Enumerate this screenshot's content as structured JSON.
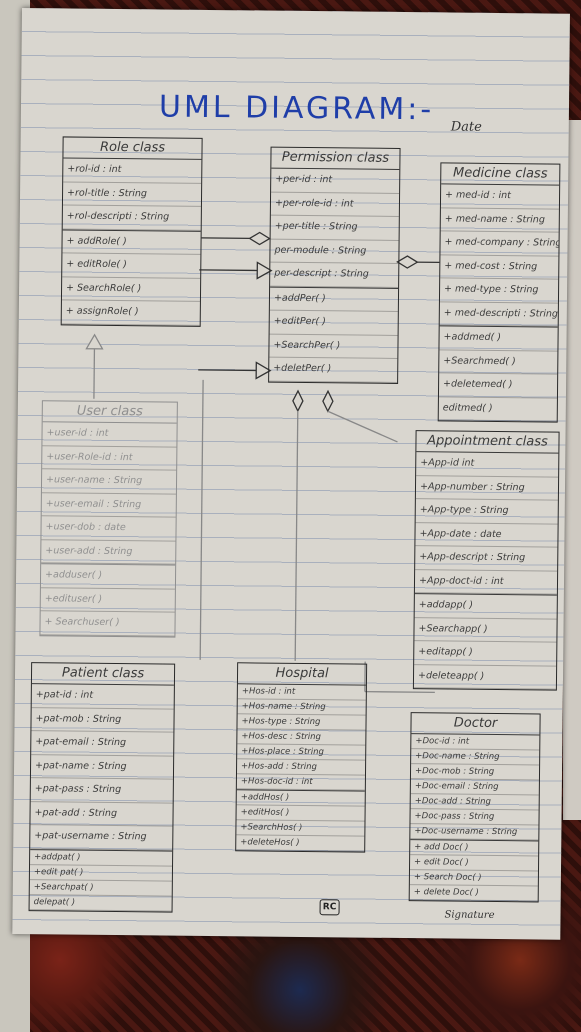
{
  "title": "UML DIAGRAM:-",
  "date_label": "Date",
  "signature_label": "Signature",
  "logo": "RC",
  "classes": {
    "role": {
      "name": "Role class",
      "attributes": [
        "+rol-id : int",
        "+rol-title : String",
        "+rol-descripti : String"
      ],
      "methods": [
        "+ addRole( )",
        "+ editRole( )",
        "+ SearchRole( )",
        "+ assignRole( )"
      ]
    },
    "permission": {
      "name": "Permission class",
      "attributes": [
        "+per-id : int",
        "+per-role-id : int",
        "+per-title : String",
        "per-module : String",
        "per-descript : String"
      ],
      "methods": [
        "+addPer( )",
        "+editPer( )",
        "+SearchPer( )",
        "+deletPer( )"
      ]
    },
    "medicine": {
      "name": "Medicine class",
      "attributes": [
        "+ med-id : int",
        "+ med-name : String",
        "+ med-company : String",
        "+ med-cost : String",
        "+ med-type : String",
        "+ med-descripti : String"
      ],
      "methods": [
        "+addmed( )",
        "+Searchmed( )",
        "+deletemed( )",
        "editmed( )"
      ]
    },
    "user": {
      "name": "User class",
      "attributes": [
        "+user-id : int",
        "+user-Role-id : int",
        "+user-name : String",
        "+user-email : String",
        "+user-dob : date",
        "+user-add : String"
      ],
      "methods": [
        "+adduser( )",
        "+edituser( )",
        "+ Searchuser( )"
      ]
    },
    "appointment": {
      "name": "Appointment class",
      "attributes": [
        "+App-id int",
        "+App-number : String",
        "+App-type : String",
        "+App-date : date",
        "+App-descript : String",
        "+App-doct-id : int"
      ],
      "methods": [
        "+addapp( )",
        "+Searchapp( )",
        "+editapp( )",
        "+deleteapp( )"
      ]
    },
    "patient": {
      "name": "Patient class",
      "attributes": [
        "+pat-id : int",
        "+pat-mob : String",
        "+pat-email : String",
        "+pat-name : String",
        "+pat-pass : String",
        "+pat-add : String",
        "+pat-username : String"
      ],
      "methods": [
        "+addpat( )",
        "+edit pat( )",
        "+Searchpat( )",
        "delepat( )"
      ]
    },
    "hospital": {
      "name": "Hospital",
      "attributes": [
        "+Hos-id : int",
        "+Hos-name : String",
        "+Hos-type : String",
        "+Hos-desc : String",
        "+Hos-place : String",
        "+Hos-add : String",
        "+Hos-doc-id : int"
      ],
      "methods": [
        "+addHos( )",
        "+editHos( )",
        "+SearchHos( )",
        "+deleteHos( )"
      ]
    },
    "doctor": {
      "name": "Doctor",
      "attributes": [
        "+Doc-id : int",
        "+Doc-name : String",
        "+Doc-mob : String",
        "+Doc-email : String",
        "+Doc-add : String",
        "+Doc-pass : String",
        "+Doc-username : String"
      ],
      "methods": [
        "+ add Doc( )",
        "+ edit Doc( )",
        "+ Search Doc( )",
        "+ delete Doc( )"
      ]
    }
  },
  "colors": {
    "title": "#1f3ea8",
    "ink": "#2a2a2a",
    "faint_ink": "#8f8f8f",
    "paper": "#d9d6cf"
  }
}
